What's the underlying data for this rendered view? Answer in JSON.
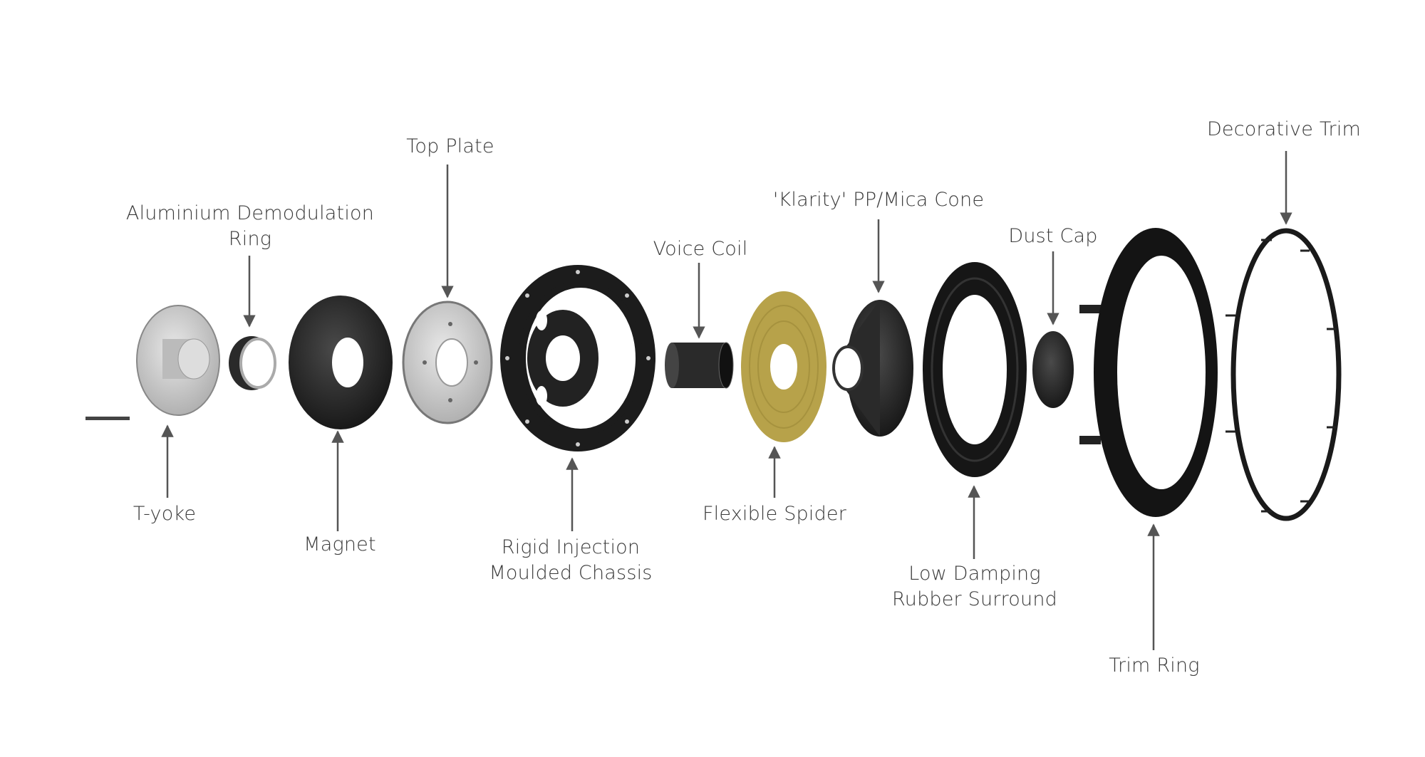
{
  "labels": {
    "t_yoke": "T-yoke",
    "alu_ring_1": "Aluminium Demodulation",
    "alu_ring_2": "Ring",
    "magnet": "Magnet",
    "top_plate": "Top Plate",
    "chassis_1": "Rigid Injection",
    "chassis_2": "Moulded Chassis",
    "voice_coil": "Voice Coil",
    "spider": "Flexible Spider",
    "cone": "'Klarity' PP/Mica Cone",
    "surround_1": "Low Damping",
    "surround_2": "Rubber Surround",
    "dust_cap": "Dust Cap",
    "trim_ring": "Trim Ring",
    "decorative_trim": "Decorative Trim"
  },
  "colors": {
    "text": "#3a3a3a",
    "arrow": "#555555",
    "black_part": "#1a1a1a",
    "metal": "#c9c9c9",
    "spider": "#b7a24a"
  }
}
